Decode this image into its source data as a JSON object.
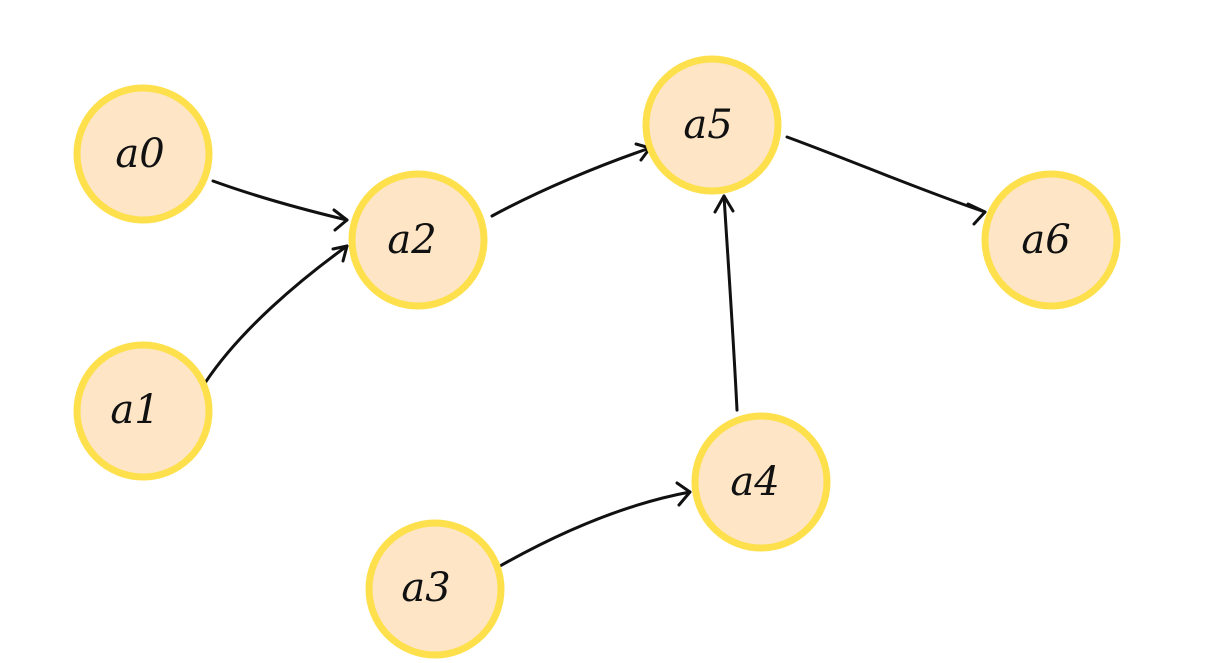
{
  "diagram": {
    "nodes": [
      {
        "id": "a0",
        "label": "a0"
      },
      {
        "id": "a1",
        "label": "a1"
      },
      {
        "id": "a2",
        "label": "a2"
      },
      {
        "id": "a3",
        "label": "a3"
      },
      {
        "id": "a4",
        "label": "a4"
      },
      {
        "id": "a5",
        "label": "a5"
      },
      {
        "id": "a6",
        "label": "a6"
      }
    ],
    "edges": [
      {
        "from": "a0",
        "to": "a2"
      },
      {
        "from": "a1",
        "to": "a2"
      },
      {
        "from": "a2",
        "to": "a5"
      },
      {
        "from": "a3",
        "to": "a4"
      },
      {
        "from": "a4",
        "to": "a5"
      },
      {
        "from": "a5",
        "to": "a6"
      }
    ],
    "colors": {
      "node_fill": "#fde5c6",
      "node_border": "#fde04c",
      "edge": "#111111"
    }
  }
}
